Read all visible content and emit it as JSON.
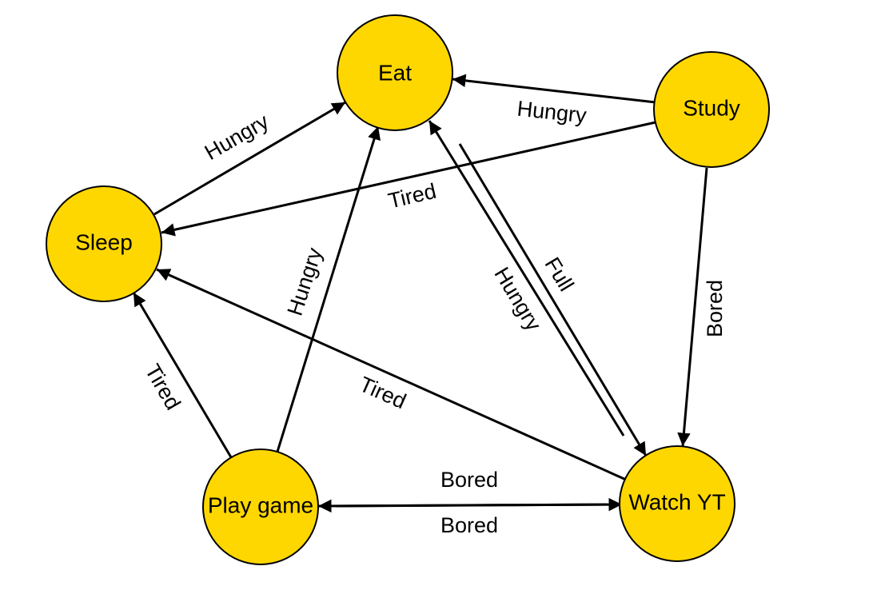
{
  "colors": {
    "node_fill": "#FFD700",
    "stroke": "#000000",
    "background": "#FFFFFF"
  },
  "nodes": {
    "eat": "Eat",
    "study": "Study",
    "sleep": "Sleep",
    "play": "Play game",
    "watch": "Watch YT"
  },
  "edges": {
    "sleep_eat": "Hungry",
    "study_eat": "Hungry",
    "study_sleep": "Tired",
    "play_eat": "Hungry",
    "watch_eat": "Hungry",
    "eat_watch": "Full",
    "study_watch": "Bored",
    "play_sleep": "Tired",
    "watch_sleep": "Tired",
    "play_watch": "Bored",
    "watch_play": "Bored"
  }
}
